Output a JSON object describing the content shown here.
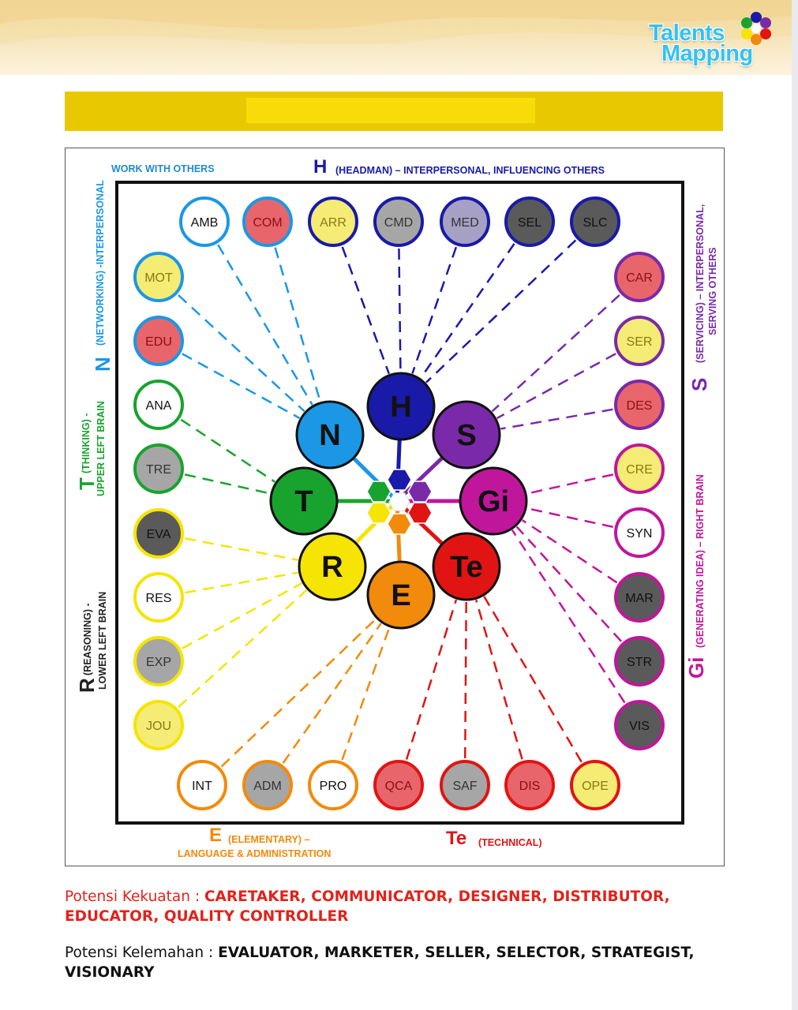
{
  "logo": {
    "line1": "Talents",
    "line2": "Mapping"
  },
  "colors": {
    "H": "#1a1aa8",
    "S": "#7a2aa8",
    "Gi": "#c0169c",
    "Te": "#e11414",
    "E": "#f28a0b",
    "R": "#f5e404",
    "T": "#18a32e",
    "N": "#1b97e6",
    "red_fill": "#e9656c",
    "yellow_fill": "#f4ec74",
    "gray_fill": "#a6a6a6",
    "dark_fill": "#5a5a5a",
    "lavender_fill": "#a6a1c4"
  },
  "labels": {
    "work_with_others": "WORK WITH OTHERS",
    "H_letter": "H",
    "H_desc": "(HEADMAN) – INTERPERSONAL, INFLUENCING OTHERS",
    "N_letter": "N",
    "N_desc": "(NETWORKING) -INTERPERSONAL",
    "T_letter": "T",
    "T_desc1": "(THINKING) -",
    "T_desc2": "UPPER LEFT BRAIN",
    "R_letter": "R",
    "R_desc1": "(REASONING) -",
    "R_desc2": "LOWER LEFT BRAIN",
    "S_letter": "S",
    "S_desc1": "(SERVICING) – INTERPERSONAL,",
    "S_desc2": "SERVING OTHERS",
    "Gi_letter": "Gi",
    "Gi_desc": "(GENERATING IDEA) – RIGHT BRAIN",
    "E_letter": "E",
    "E_desc1": "(ELEMENTARY) –",
    "E_desc2": "LANGUAGE & ADMINISTRATION",
    "Te_letter": "Te",
    "Te_desc": "(TECHNICAL)"
  },
  "hubs": [
    "H",
    "S",
    "Gi",
    "Te",
    "E",
    "R",
    "T",
    "N"
  ],
  "roles": [
    {
      "code": "AMB",
      "group": "N",
      "fill": "white"
    },
    {
      "code": "COM",
      "group": "N",
      "fill": "red"
    },
    {
      "code": "ARR",
      "group": "H",
      "fill": "yellow"
    },
    {
      "code": "CMD",
      "group": "H",
      "fill": "gray"
    },
    {
      "code": "MED",
      "group": "H",
      "fill": "lavender"
    },
    {
      "code": "SEL",
      "group": "H",
      "fill": "dark"
    },
    {
      "code": "SLC",
      "group": "H",
      "fill": "dark"
    },
    {
      "code": "CAR",
      "group": "S",
      "fill": "red"
    },
    {
      "code": "SER",
      "group": "S",
      "fill": "yellow"
    },
    {
      "code": "DES",
      "group": "S",
      "fill": "red"
    },
    {
      "code": "CRE",
      "group": "Gi",
      "fill": "yellow"
    },
    {
      "code": "SYN",
      "group": "Gi",
      "fill": "white"
    },
    {
      "code": "MAR",
      "group": "Gi",
      "fill": "dark"
    },
    {
      "code": "STR",
      "group": "Gi",
      "fill": "dark"
    },
    {
      "code": "VIS",
      "group": "Gi",
      "fill": "dark"
    },
    {
      "code": "OPE",
      "group": "Te",
      "fill": "yellow"
    },
    {
      "code": "DIS",
      "group": "Te",
      "fill": "red"
    },
    {
      "code": "SAF",
      "group": "Te",
      "fill": "gray"
    },
    {
      "code": "QCA",
      "group": "Te",
      "fill": "red"
    },
    {
      "code": "PRO",
      "group": "E",
      "fill": "white"
    },
    {
      "code": "ADM",
      "group": "E",
      "fill": "gray"
    },
    {
      "code": "INT",
      "group": "E",
      "fill": "white"
    },
    {
      "code": "JOU",
      "group": "R",
      "fill": "yellow"
    },
    {
      "code": "EXP",
      "group": "R",
      "fill": "gray"
    },
    {
      "code": "RES",
      "group": "R",
      "fill": "white"
    },
    {
      "code": "EVA",
      "group": "R",
      "fill": "dark"
    },
    {
      "code": "TRE",
      "group": "T",
      "fill": "gray"
    },
    {
      "code": "ANA",
      "group": "T",
      "fill": "white"
    },
    {
      "code": "EDU",
      "group": "N",
      "fill": "red"
    },
    {
      "code": "MOT",
      "group": "N",
      "fill": "yellow"
    }
  ],
  "footer": {
    "strength_label": "Potensi Kekuatan : ",
    "strength_values": "CARETAKER, COMMUNICATOR, DESIGNER, DISTRIBUTOR, EDUCATOR, QUALITY CONTROLLER",
    "weakness_label": "Potensi Kelemahan : ",
    "weakness_values": "EVALUATOR, MARKETER, SELLER, SELECTOR, STRATEGIST, VISIONARY"
  }
}
